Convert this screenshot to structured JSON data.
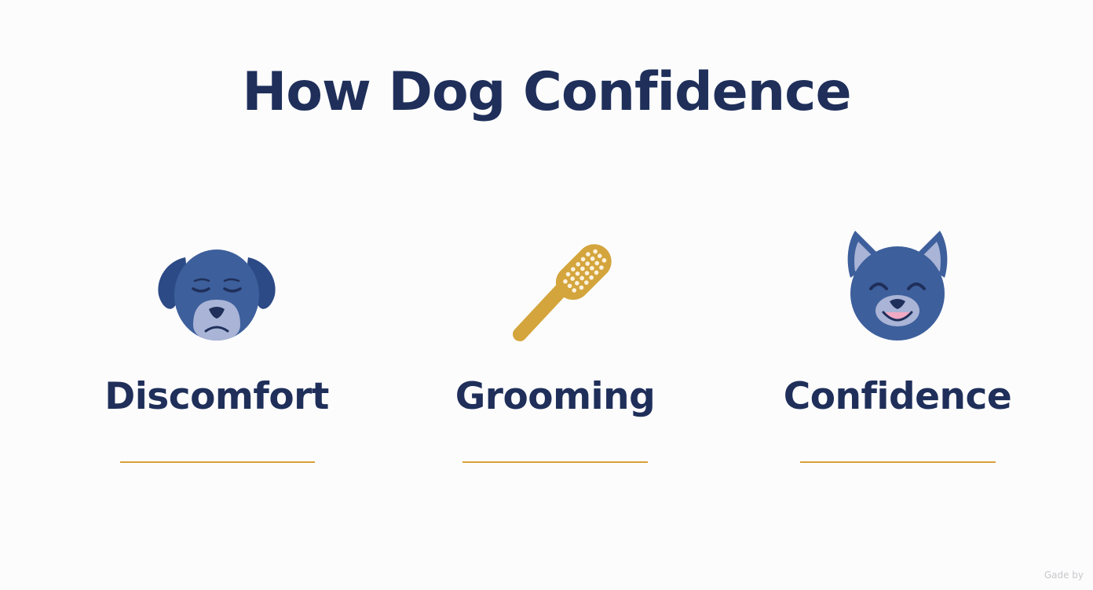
{
  "title": "How Dog Confidence",
  "steps": [
    {
      "label": "Discomfort",
      "icon": "sad-dog-icon"
    },
    {
      "label": "Grooming",
      "icon": "brush-icon"
    },
    {
      "label": "Confidence",
      "icon": "happy-dog-icon"
    }
  ],
  "colors": {
    "title": "#1f2f5a",
    "icon_blue": "#3d5f9c",
    "icon_light": "#a9b4d6",
    "accent_gold": "#d9a037",
    "brush_gold": "#d4a53c"
  },
  "watermark": "Gade by"
}
